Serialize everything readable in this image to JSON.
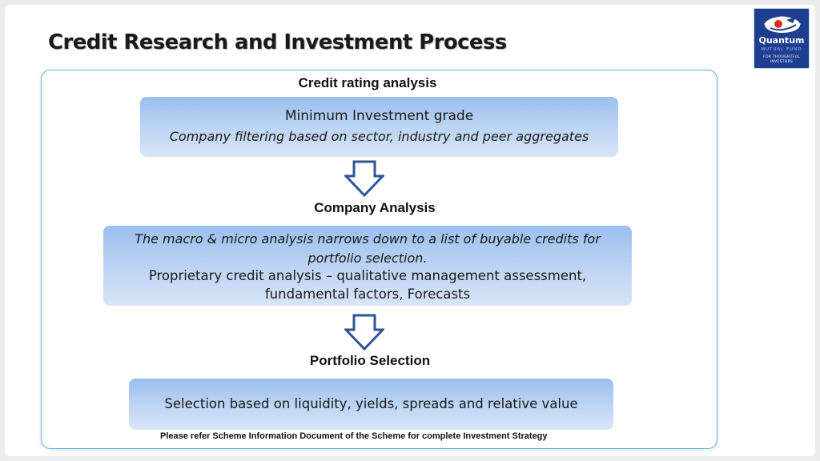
{
  "title": "Credit Research and Investment Process",
  "logo": {
    "brand": "Quantum",
    "sub": "MUTUAL FUND",
    "tagline_1": "FOR THOUGHTFUL",
    "tagline_2": "INVESTORS"
  },
  "stages": [
    {
      "heading": "Credit rating analysis",
      "lines": [
        {
          "text": "Minimum Investment grade",
          "italic": false
        },
        {
          "text": "Company filtering based on sector, industry and peer aggregates",
          "italic": true
        }
      ]
    },
    {
      "heading": "Company Analysis",
      "lines": [
        {
          "text": "The macro & micro analysis narrows down to a list of  buyable credits for",
          "italic": true
        },
        {
          "text": "portfolio  selection.",
          "italic": true
        },
        {
          "text": "Proprietary credit analysis – qualitative management assessment,",
          "italic": false
        },
        {
          "text": "fundamental factors, Forecasts",
          "italic": false
        }
      ]
    },
    {
      "heading": "Portfolio Selection",
      "lines": [
        {
          "text": "Selection based on liquidity, yields, spreads and relative value",
          "italic": false
        }
      ]
    }
  ],
  "footnote": "Please refer Scheme Information Document of the Scheme for complete Investment Strategy",
  "colors": {
    "box_top": "#9bbfee",
    "box_bottom": "#d7e5f7",
    "arrow": "#2f5597",
    "frame": "#5cb3e6",
    "logo_bg": "#1f3e8f"
  },
  "icons": [
    "down-arrow-icon",
    "quantum-logo"
  ]
}
